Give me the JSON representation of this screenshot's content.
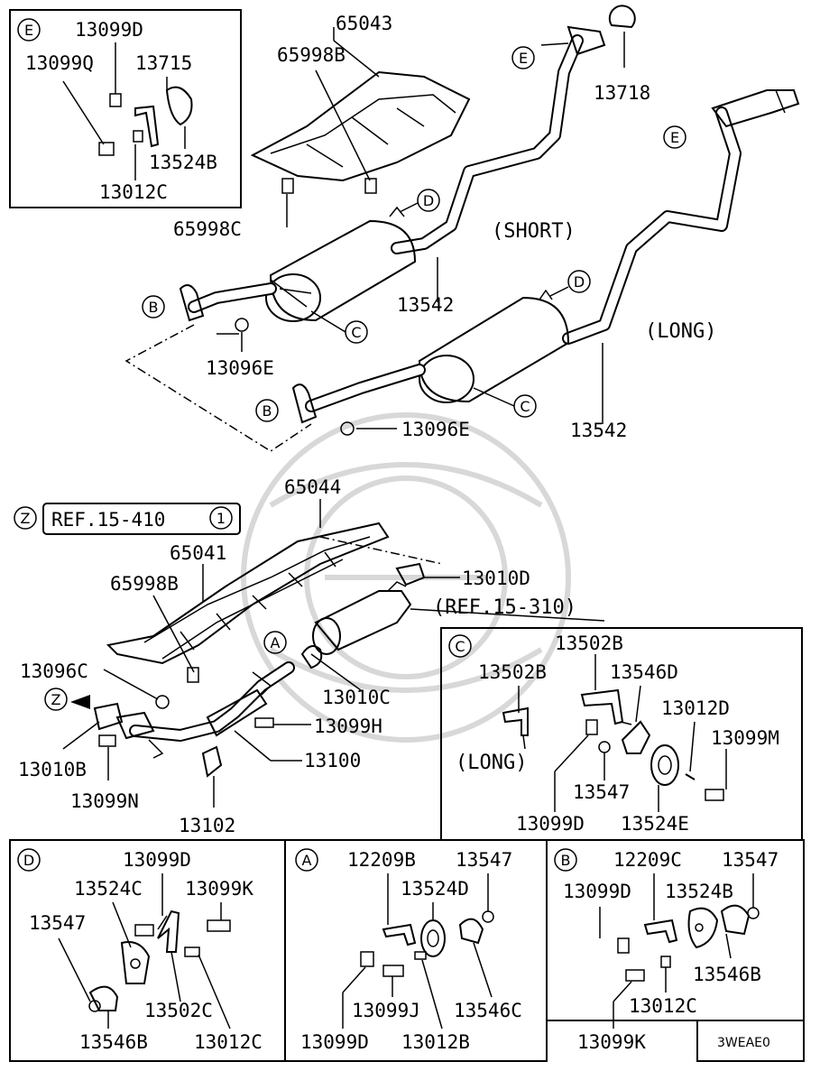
{
  "diagram": {
    "code": "3WEAE0",
    "refs": {
      "ref1": "REF.15-410",
      "ref1_num": "1",
      "ref2": "(REF.15-310)"
    },
    "variants": {
      "short": "(SHORT)",
      "long": "(LONG)",
      "long_c": "(LONG)"
    },
    "markers": {
      "A": "A",
      "B": "B",
      "C": "C",
      "D": "D",
      "E": "E",
      "Z": "Z"
    },
    "main_parts": {
      "p65043": "65043",
      "p65998B_top": "65998B",
      "p65998C": "65998C",
      "p13718": "13718",
      "p13542_short": "13542",
      "p13542_long": "13542",
      "p13096E_a": "13096E",
      "p13096E_b": "13096E",
      "p65044": "65044",
      "p65041": "65041",
      "p65998B_mid": "65998B",
      "p13010D": "13010D",
      "p13096C": "13096C",
      "p13010C": "13010C",
      "p13099H": "13099H",
      "p13010B": "13010B",
      "p13100": "13100",
      "p13099N": "13099N",
      "p13102": "13102"
    },
    "inset_E": {
      "a": "13099D",
      "b": "13099Q",
      "c": "13715",
      "d": "13524B",
      "e": "13012C"
    },
    "inset_C": {
      "a": "13502B",
      "b": "13502B",
      "c": "13546D",
      "d": "13012D",
      "e": "13099M",
      "f": "13547",
      "g": "13099D",
      "h": "13524E"
    },
    "inset_D": {
      "a": "13099D",
      "b": "13524C",
      "c": "13099K",
      "d": "13547",
      "e": "13502C",
      "f": "13546B",
      "g": "13012C"
    },
    "inset_A": {
      "a": "12209B",
      "b": "13547",
      "c": "13524D",
      "d": "13099J",
      "e": "13546C",
      "f": "13099D",
      "g": "13012B"
    },
    "inset_B": {
      "a": "12209C",
      "b": "13547",
      "c": "13099D",
      "d": "13524B",
      "e": "13546B",
      "f": "13012C",
      "g": "13099K"
    }
  }
}
